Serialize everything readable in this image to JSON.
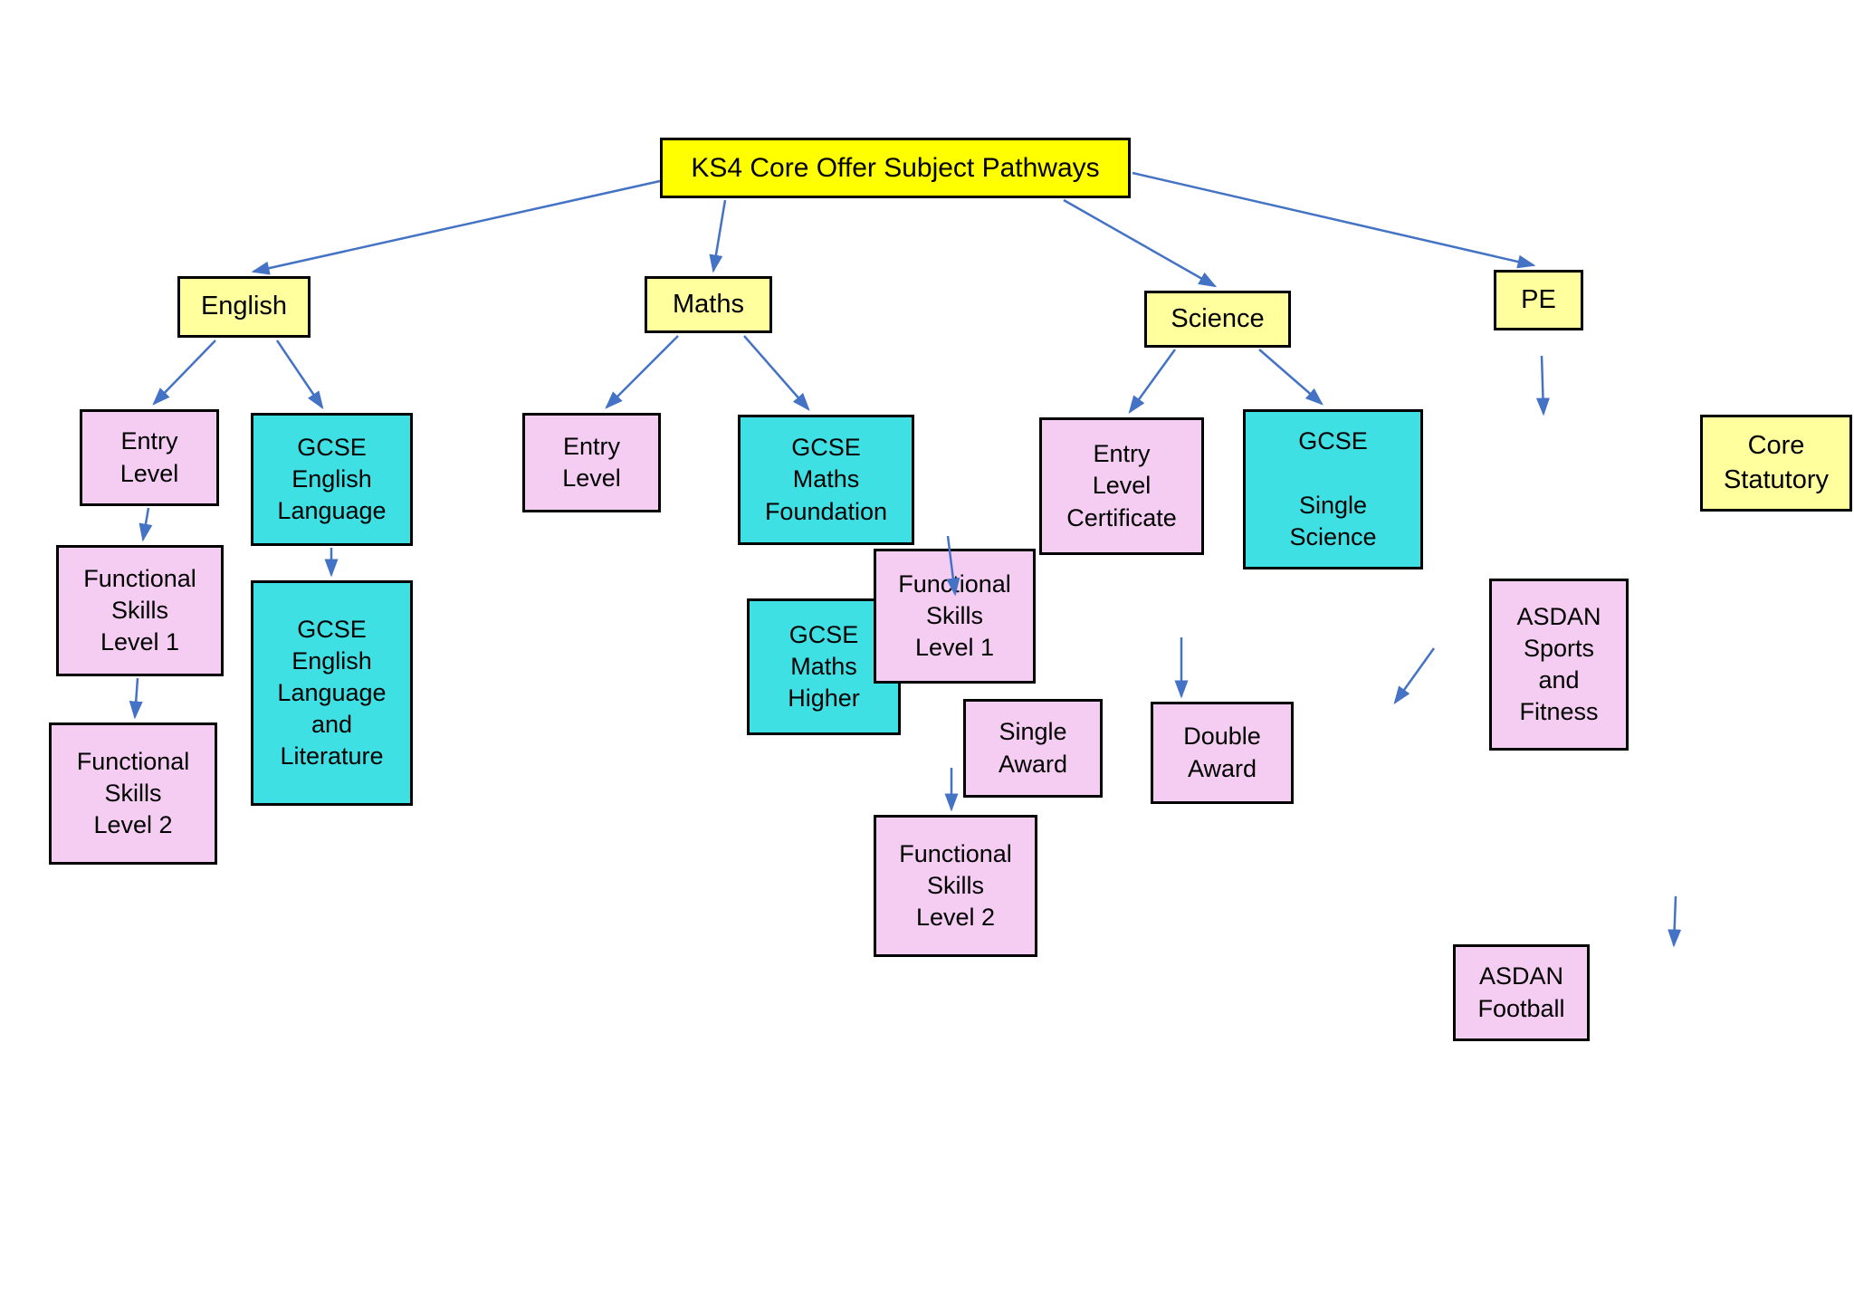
{
  "title": "KS4 Core Offer Subject Pathways",
  "colors": {
    "title_fill": "#FFFF00",
    "subject_fill": "#FFFF9E",
    "pathway_pink": "#F5CCF2",
    "pathway_cyan": "#3FE0E4",
    "arrow_blue": "#4472C4",
    "border": "#000000"
  },
  "nodes": {
    "title": "KS4 Core Offer Subject Pathways",
    "english": "English",
    "maths": "Maths",
    "science": "Science",
    "pe": "PE",
    "core_statutory": "Core\nStatutory",
    "english_entry_level": "Entry\nLevel",
    "gcse_english_language": "GCSE\nEnglish\nLanguage",
    "english_functional_skills_l1": "Functional\nSkills\nLevel 1",
    "english_functional_skills_l2": "Functional\nSkills\nLevel 2",
    "gcse_english_language_literature": "GCSE\nEnglish\nLanguage\nand\nLiterature",
    "maths_entry_level": "Entry\nLevel",
    "gcse_maths_foundation": "GCSE\nMaths\nFoundation",
    "maths_functional_skills_l1": "Functional\nSkills\nLevel 1",
    "gcse_maths_higher": "GCSE\nMaths\nHigher",
    "single_award": "Single\nAward",
    "maths_functional_skills_l2": "Functional\nSkills\nLevel 2",
    "science_entry_level_certificate": "Entry\nLevel\nCertificate",
    "gcse_single_science": "GCSE\n\nSingle\nScience",
    "double_award": "Double\nAward",
    "asdan_sports_fitness": "ASDAN\nSports\nand\nFitness",
    "asdan_football": "ASDAN\nFootball"
  },
  "edges": [
    {
      "from": "title",
      "to": "english"
    },
    {
      "from": "title",
      "to": "maths"
    },
    {
      "from": "title",
      "to": "science"
    },
    {
      "from": "title",
      "to": "pe"
    },
    {
      "from": "english",
      "to": "english_entry_level"
    },
    {
      "from": "english",
      "to": "gcse_english_language"
    },
    {
      "from": "english_entry_level",
      "to": "english_functional_skills_l1"
    },
    {
      "from": "english_functional_skills_l1",
      "to": "english_functional_skills_l2"
    },
    {
      "from": "gcse_english_language",
      "to": "gcse_english_language_literature"
    },
    {
      "from": "maths",
      "to": "maths_entry_level"
    },
    {
      "from": "maths",
      "to": "gcse_maths_foundation"
    },
    {
      "from": "gcse_maths_foundation",
      "to": "maths_functional_skills_l1"
    },
    {
      "from": "single_award",
      "to": "maths_functional_skills_l2"
    },
    {
      "from": "science",
      "to": "science_entry_level_certificate"
    },
    {
      "from": "science",
      "to": "gcse_single_science"
    },
    {
      "from": "science_entry_level_certificate",
      "to": "double_award"
    },
    {
      "from": "gcse_single_science",
      "to": "double_award"
    },
    {
      "from": "pe",
      "to": "asdan_sports_fitness"
    },
    {
      "from": "pe",
      "to": "asdan_football"
    }
  ]
}
